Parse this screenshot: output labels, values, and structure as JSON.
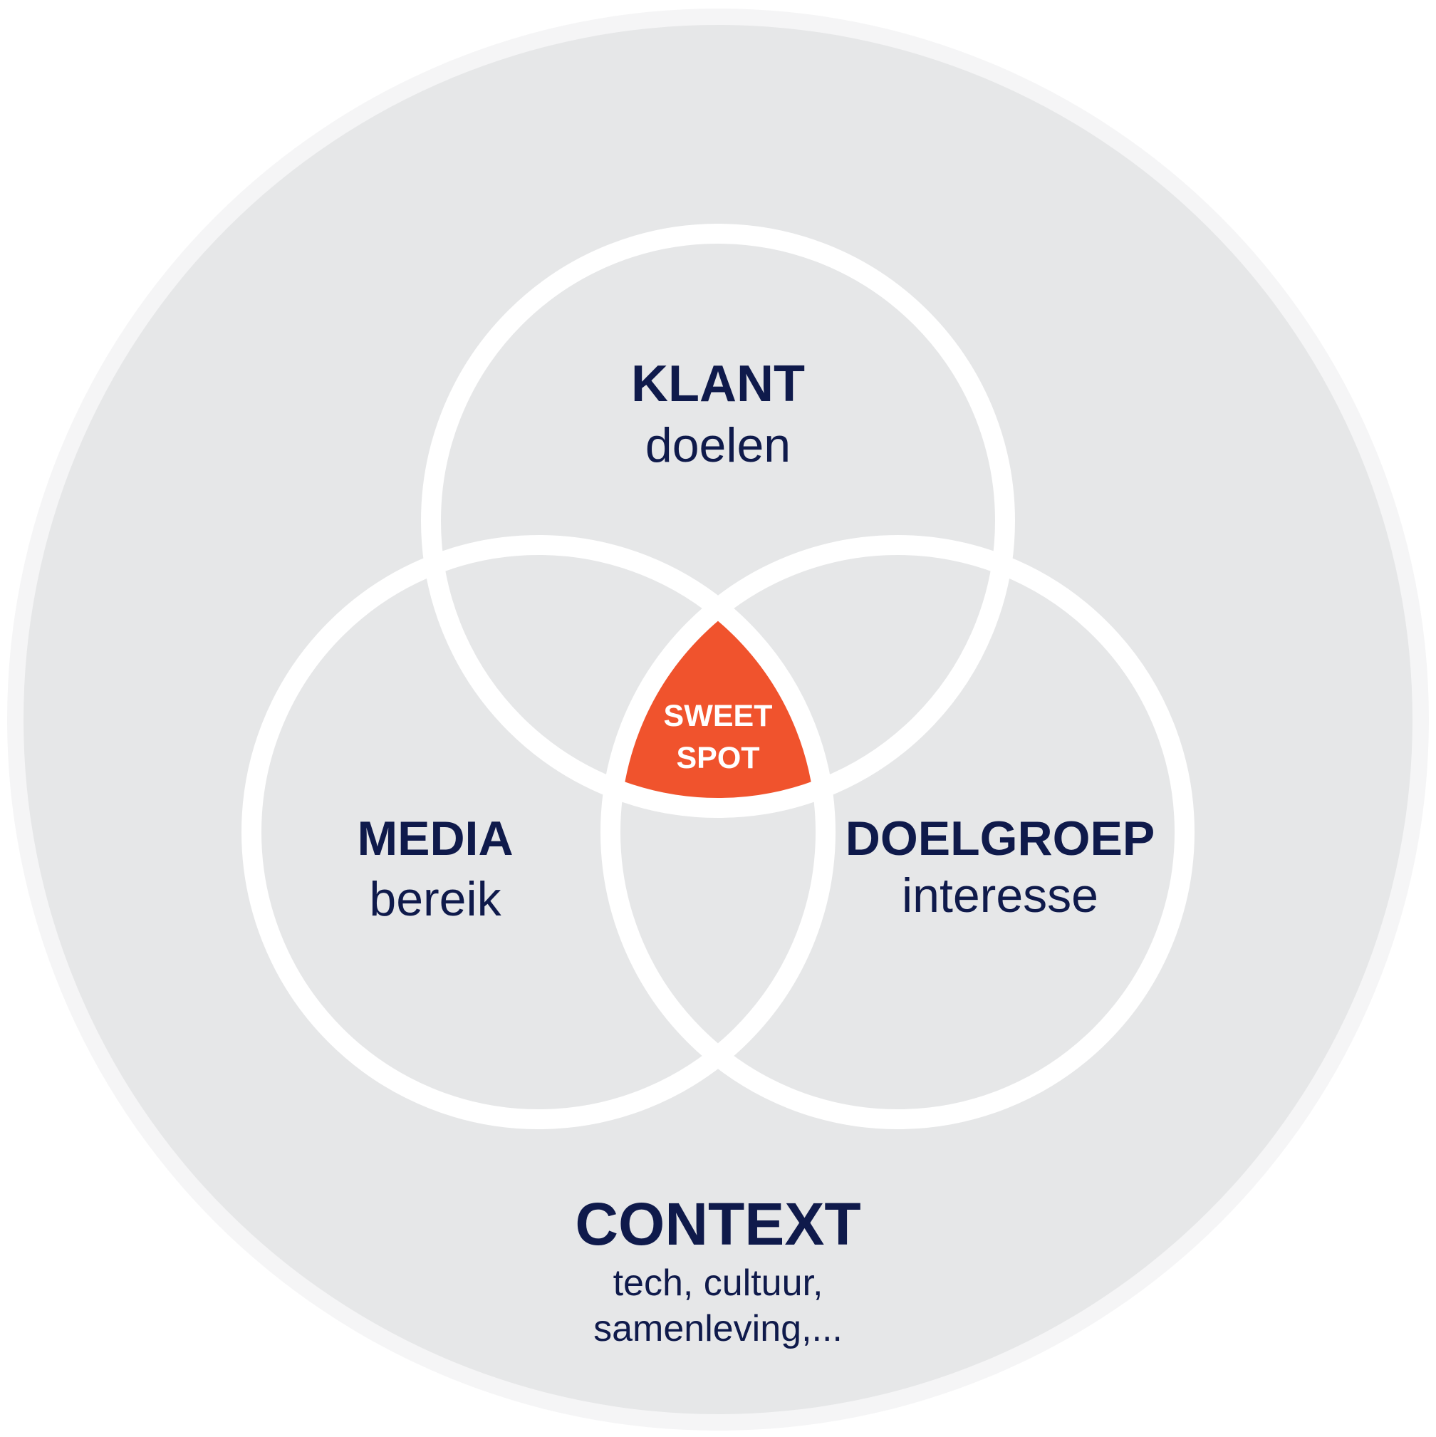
{
  "colors": {
    "background": "#ffffff",
    "context_fill": "#e6e7e8",
    "circle_stroke": "#ffffff",
    "text": "#0f1a4b",
    "sweet_spot": "#f0532d",
    "sweet_spot_text": "#ffffff"
  },
  "context": {
    "title": "CONTEXT",
    "lines": [
      "tech, cultuur,",
      "samenleving,..."
    ]
  },
  "circles": [
    {
      "id": "klant",
      "title": "KLANT",
      "subtitle": "doelen"
    },
    {
      "id": "media",
      "title": "MEDIA",
      "subtitle": "bereik"
    },
    {
      "id": "doelgroep",
      "title": "DOELGROEP",
      "subtitle": "interesse"
    }
  ],
  "sweet_spot": {
    "lines": [
      "SWEET",
      "SPOT"
    ]
  }
}
